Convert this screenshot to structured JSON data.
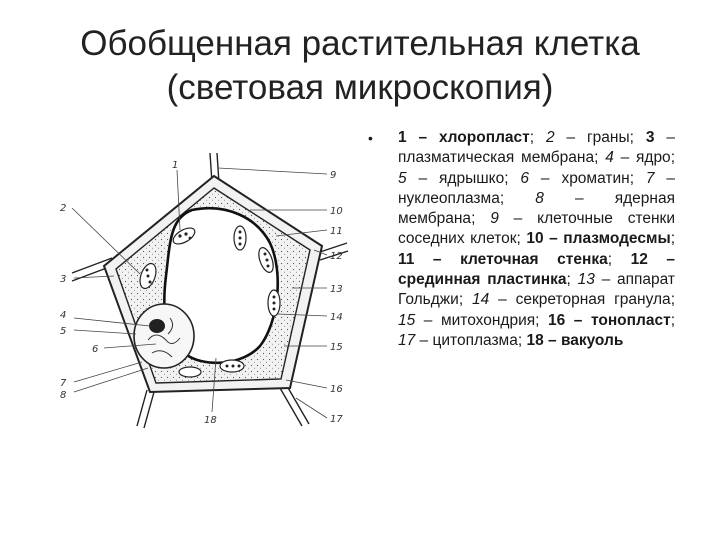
{
  "title": {
    "line1": "Обобщенная растительная клетка",
    "line2": "(световая микроскопия)"
  },
  "figure": {
    "labels_left": [
      "2",
      "3",
      "4",
      "5",
      "6",
      "7",
      "8"
    ],
    "labels_top": [
      "1"
    ],
    "labels_right": [
      "9",
      "10",
      "11",
      "12",
      "13",
      "14",
      "15",
      "16",
      "17"
    ],
    "labels_bottom": [
      "18"
    ]
  },
  "caption": {
    "bullet": "•",
    "items": [
      {
        "num": "1",
        "dash": " – ",
        "text": "хлоропласт",
        "sep": "; ",
        "num_bold": true,
        "text_bold": true
      },
      {
        "num": "2",
        "dash": " – ",
        "text": "граны",
        "sep": "; ",
        "num_bold": false,
        "text_bold": false
      },
      {
        "num": "3",
        "dash": " – ",
        "text": "плазматическая мембрана",
        "sep": "; ",
        "num_bold": true,
        "text_bold": false
      },
      {
        "num": "4",
        "dash": " – ",
        "text": "ядро",
        "sep": "; ",
        "num_bold": false,
        "text_bold": false
      },
      {
        "num": "5",
        "dash": " – ",
        "text": "ядрышко",
        "sep": "; ",
        "num_bold": false,
        "text_bold": false
      },
      {
        "num": "6",
        "dash": " – ",
        "text": "хроматин",
        "sep": "; ",
        "num_bold": false,
        "text_bold": false
      },
      {
        "num": "7",
        "dash": " – ",
        "text": "нуклеоплазма",
        "sep": "; ",
        "num_bold": false,
        "text_bold": false
      },
      {
        "num": "8",
        "dash": " – ",
        "text": "ядерная мембрана",
        "sep": "; ",
        "num_bold": false,
        "text_bold": false
      },
      {
        "num": "9",
        "dash": " – ",
        "text": "клеточные стенки соседних клеток",
        "sep": "; ",
        "num_bold": false,
        "text_bold": false
      },
      {
        "num": "10",
        "dash": " – ",
        "text": "плазмодесмы",
        "sep": "; ",
        "num_bold": true,
        "text_bold": true
      },
      {
        "num": "11",
        "dash": " – ",
        "text": "клеточная стенка",
        "sep": "; ",
        "num_bold": true,
        "text_bold": true
      },
      {
        "num": "12",
        "dash": " – ",
        "text": "срединная пластинка",
        "sep": "; ",
        "num_bold": true,
        "text_bold": true
      },
      {
        "num": "13",
        "dash": " – ",
        "text": "аппарат Гольджи",
        "sep": "; ",
        "num_bold": false,
        "text_bold": false
      },
      {
        "num": "14",
        "dash": " – ",
        "text": "секреторная гранула",
        "sep": "; ",
        "num_bold": false,
        "text_bold": false
      },
      {
        "num": "15",
        "dash": " – ",
        "text": "митохондрия",
        "sep": "; ",
        "num_bold": false,
        "text_bold": false
      },
      {
        "num": "16",
        "dash": " – ",
        "text": "тонопласт",
        "sep": "; ",
        "num_bold": true,
        "text_bold": true
      },
      {
        "num": "17",
        "dash": " – ",
        "text": "цитоплазма",
        "sep": "; ",
        "num_bold": false,
        "text_bold": false
      },
      {
        "num": "18",
        "dash": " – ",
        "text": "вакуоль",
        "sep": "",
        "num_bold": true,
        "text_bold": true
      }
    ]
  }
}
